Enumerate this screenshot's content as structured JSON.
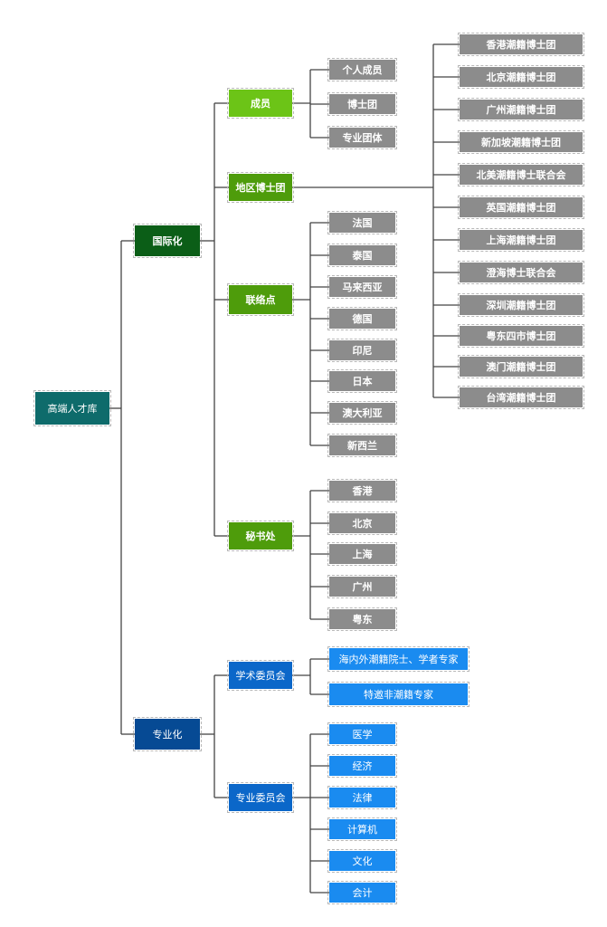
{
  "root": "高端人才库",
  "branches": {
    "intl": {
      "label": "国际化",
      "members": {
        "label": "成员",
        "items": [
          "个人成员",
          "博士团",
          "专业团体"
        ]
      },
      "region": {
        "label": "地区博士团",
        "items": [
          "香港潮籍博士团",
          "北京潮籍博士团",
          "广州潮籍博士团",
          "新加坡潮籍博士团",
          "北美潮籍博士联合会",
          "英国潮籍博士团",
          "上海潮籍博士团",
          "澄海博士联合会",
          "深圳潮籍博士团",
          "粤东四市博士团",
          "澳门潮籍博士团",
          "台湾潮籍博士团"
        ]
      },
      "liaison": {
        "label": "联络点",
        "items": [
          "法国",
          "泰国",
          "马来西亚",
          "德国",
          "印尼",
          "日本",
          "澳大利亚",
          "新西兰"
        ]
      },
      "secretariat": {
        "label": "秘书处",
        "items": [
          "香港",
          "北京",
          "上海",
          "广州",
          "粤东"
        ]
      }
    },
    "pro": {
      "label": "专业化",
      "academic": {
        "label": "学术委员会",
        "items": [
          "海内外潮籍院士、学者专家",
          "特邀非潮籍专家"
        ]
      },
      "professional": {
        "label": "专业委员会",
        "items": [
          "医学",
          "经济",
          "法律",
          "计算机",
          "文化",
          "会计"
        ]
      }
    }
  },
  "colors": {
    "root": "#0e6b6b",
    "level1_green": "#0b5e17",
    "level1_blue": "#064a94",
    "level2_green": "#6cc417",
    "level2_green_dark": "#4e9c0b",
    "level2_blue": "#0b67c9",
    "leaf_gray": "#8c8c8c",
    "leaf_blue": "#1a8bf0",
    "connector": "#444444"
  }
}
